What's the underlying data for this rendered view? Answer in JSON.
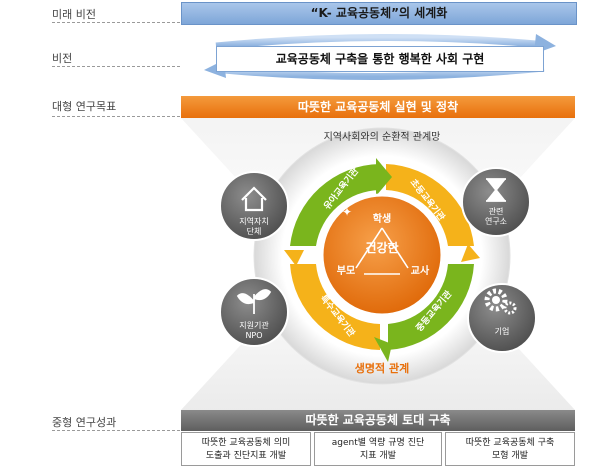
{
  "labels": {
    "future_vision": "미래 비전",
    "vision": "비전",
    "major_goal": "대형 연구목표",
    "mid_result": "중형 연구성과"
  },
  "future_vision_text": "“K- 교육공동체”의 세계화",
  "vision_text": "교육공동체 구축을 통한 행복한 사회 구현",
  "major_goal_text": "따뜻한 교육공동체 실현 및 정착",
  "cycle": {
    "title": "지역사회와의 순환적 관계망",
    "bottom": "생명적 관계",
    "segments": [
      "유아교육기관",
      "초등교육기관",
      "중등교육기관",
      "특수교육기관"
    ]
  },
  "center": {
    "top": "학생",
    "middle": "건강한",
    "left": "부모",
    "right": "교사"
  },
  "satellites": {
    "top_left": [
      "지역자치",
      "단체"
    ],
    "top_right": [
      "관련",
      "연구소"
    ],
    "bottom_left": [
      "지원기관",
      "NPO"
    ],
    "bottom_right": [
      "기업"
    ]
  },
  "mid_result_text": "따뜻한 교육공동체 토대 구축",
  "results": [
    [
      "따뜻한 교육공동체 의미",
      "도출과 진단지표 개발"
    ],
    [
      "agent별 역량 규명 진단",
      "지표 개발"
    ],
    [
      "따뜻한 교육공동체 구축",
      "모형 개발"
    ]
  ],
  "colors": {
    "blue_bar": "#8fb3df",
    "orange": "#e8700c",
    "green": "#7ab51d",
    "yellow": "#f5b21a",
    "gray": "#6b6b6b"
  }
}
